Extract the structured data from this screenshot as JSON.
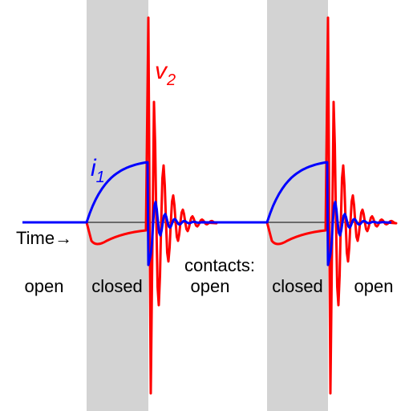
{
  "labels": {
    "time_axis": "Time→",
    "current_symbol": "i",
    "current_subscript": "1",
    "voltage_symbol": "v",
    "voltage_subscript": "2",
    "contacts_heading": "contacts:",
    "phases": [
      "open",
      "closed",
      "open",
      "closed",
      "open"
    ]
  },
  "colors": {
    "closed_band": "#d3d3d3",
    "current": "#0000ff",
    "voltage": "#ff0000",
    "axis": "#000000",
    "text": "#000000"
  }
}
